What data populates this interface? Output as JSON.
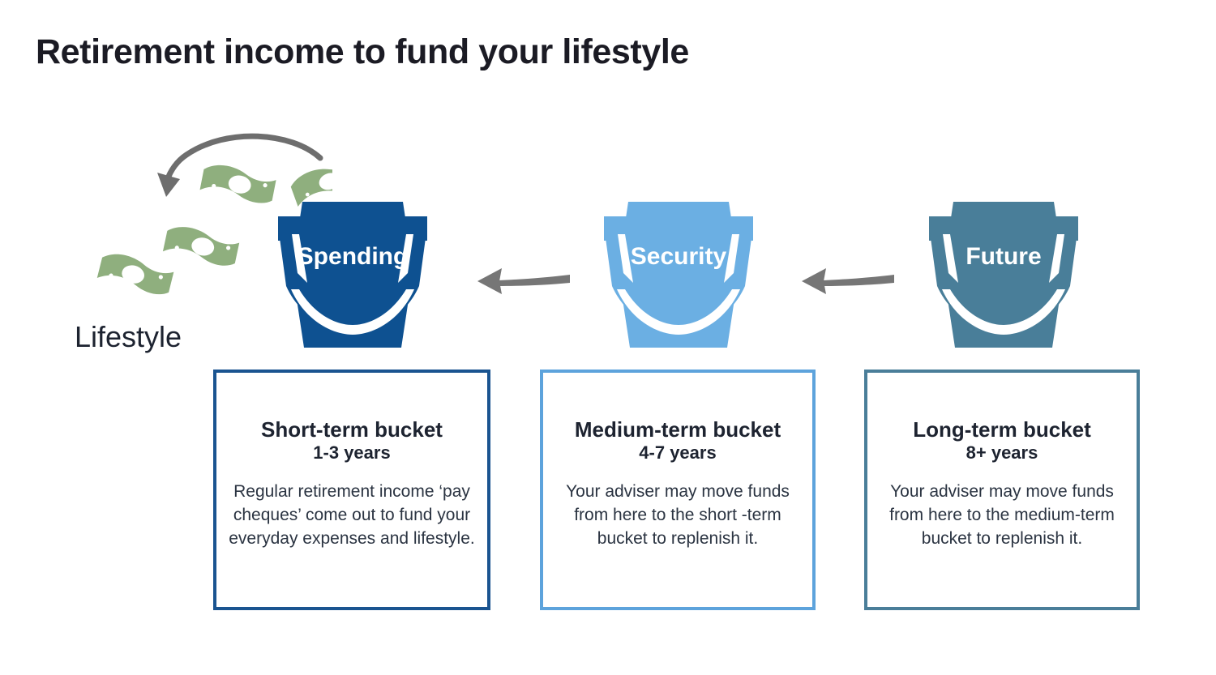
{
  "page": {
    "title": "Retirement income to fund your lifestyle",
    "background": "#ffffff"
  },
  "lifestyle": {
    "label": "Lifestyle",
    "money_icon": "banknotes-icon",
    "flow_icon": "curved-arrow-icon",
    "note_color": "#8FAF7E",
    "arrow_color": "#6E6E6E"
  },
  "buckets": [
    {
      "name": "spending",
      "label": "Spending",
      "color": "#0E5191",
      "icon": "bucket-icon"
    },
    {
      "name": "security",
      "label": "Security",
      "color": "#6BAFE3",
      "icon": "bucket-icon"
    },
    {
      "name": "future",
      "label": "Future",
      "color": "#497E99",
      "icon": "bucket-icon"
    }
  ],
  "flow_arrows": [
    {
      "name": "security-to-spending",
      "icon": "arrow-left-icon",
      "color": "#767676"
    },
    {
      "name": "future-to-security",
      "icon": "arrow-left-icon",
      "color": "#767676"
    }
  ],
  "info_boxes": [
    {
      "name": "short-term",
      "title": "Short-term bucket",
      "years": "1-3 years",
      "body": "Regular retirement income ‘pay cheques’ come out to fund your everyday expenses and lifestyle.",
      "border_color": "#1A5490"
    },
    {
      "name": "medium-term",
      "title": "Medium-term bucket",
      "years": "4-7 years",
      "body": "Your adviser may move funds from here to the short -term bucket to replenish it.",
      "border_color": "#5DA3DC"
    },
    {
      "name": "long-term",
      "title": "Long-term bucket",
      "years": "8+ years",
      "body": "Your adviser may move funds from here to the medium-term bucket to replenish it.",
      "border_color": "#4A7E99"
    }
  ]
}
